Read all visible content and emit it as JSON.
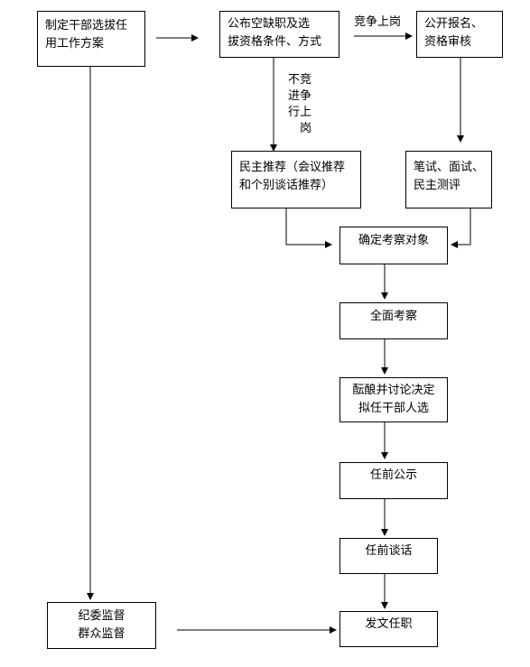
{
  "nodes": {
    "plan": [
      "制定干部选拔任",
      "用工作方案"
    ],
    "announce": [
      "公布空缺职及选",
      "拔资格条件、方式"
    ],
    "signup": [
      "公开报名、",
      "资格审核"
    ],
    "recommend": [
      "民主推荐（会议推荐",
      "和个别谈话推荐）"
    ],
    "exam": [
      "笔试、面试、",
      "民主测评"
    ],
    "determine": "确定考察对象",
    "inspect": "全面考察",
    "decide": [
      "酝酿并讨论决定",
      "拟任干部人选"
    ],
    "publicize": "任前公示",
    "talk": "任前谈话",
    "supervise": [
      "纪委监督",
      "群众监督"
    ],
    "appoint": "发文任职"
  },
  "edge_labels": {
    "compete": "竞争上岗",
    "non_compete": [
      "不竞",
      "进争",
      "行上",
      "岗"
    ]
  }
}
